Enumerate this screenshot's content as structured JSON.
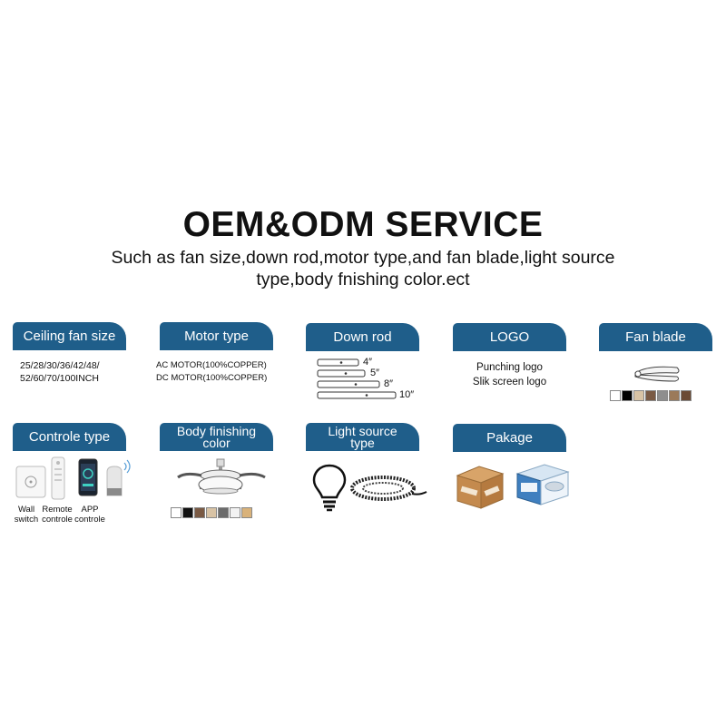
{
  "header": {
    "title": "OEM&ODM SERVICE",
    "subtitle_line1": "Such as fan size,down rod,motor type,and fan blade,light source",
    "subtitle_line2": "type,body fnishing color.ect"
  },
  "accent_color": "#1f5e8a",
  "cards": {
    "fan_size": {
      "label": "Ceiling fan size",
      "line1": "25/28/30/36/42/48/",
      "line2": "52/60/70/100INCH"
    },
    "motor": {
      "label": "Motor type",
      "line1": "AC MOTOR(100%COPPER)",
      "line2": "DC MOTOR(100%COPPER)"
    },
    "down_rod": {
      "label": "Down rod",
      "lengths": [
        "4″",
        "5″",
        "8″",
        "10″"
      ]
    },
    "logo": {
      "label": "LOGO",
      "line1": "Punching logo",
      "line2": "Slik screen logo"
    },
    "fan_blade": {
      "label": "Fan blade",
      "swatches": [
        "#ffffff",
        "#000000",
        "#d8c3a5",
        "#7a5a44",
        "#8e8e8e",
        "#9b7a5a",
        "#6b4a34"
      ]
    },
    "control": {
      "label": "Controle type",
      "items": [
        {
          "line1": "Wall",
          "line2": "switch"
        },
        {
          "line1": "Remote",
          "line2": "controle"
        },
        {
          "line1": "APP",
          "line2": "controle"
        }
      ]
    },
    "body_color": {
      "label_line1": "Body finishing",
      "label_line2": "color",
      "swatches": [
        "#ffffff",
        "#111111",
        "#7a5a44",
        "#d8c3a5",
        "#6b6b6b",
        "#f2f2f2",
        "#d9b27a"
      ]
    },
    "light": {
      "label_line1": "Light source",
      "label_line2": "type"
    },
    "package": {
      "label": "Pakage"
    }
  }
}
